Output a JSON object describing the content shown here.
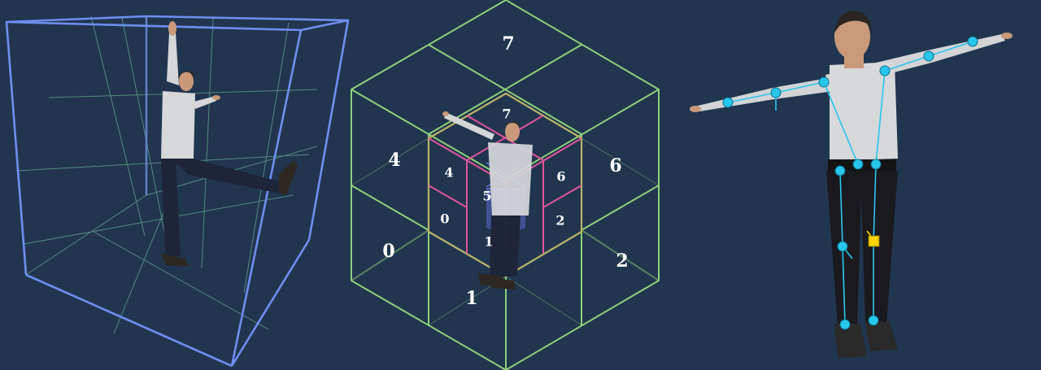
{
  "colors": {
    "background": "#21354f",
    "bbox_outline": "#6f8ef0",
    "bbox_grid": "#7fcfa6",
    "octree_outer": "#8fd07a",
    "octree_mid": "#b8b36a",
    "octree_inner": "#e0559a",
    "octree_core": "#6a78e8",
    "joint": "#27c6ec",
    "handle": "#ffd400"
  },
  "panels": {
    "left": {
      "name": "character-bounding-box"
    },
    "middle": {
      "name": "octree-subdivision",
      "outer_labels": [
        "7",
        "4",
        "6",
        "0",
        "2",
        "1"
      ],
      "inner_labels": [
        "7",
        "4",
        "6",
        "5",
        "0",
        "2",
        "1"
      ]
    },
    "right": {
      "name": "character-rig-skeleton"
    }
  }
}
